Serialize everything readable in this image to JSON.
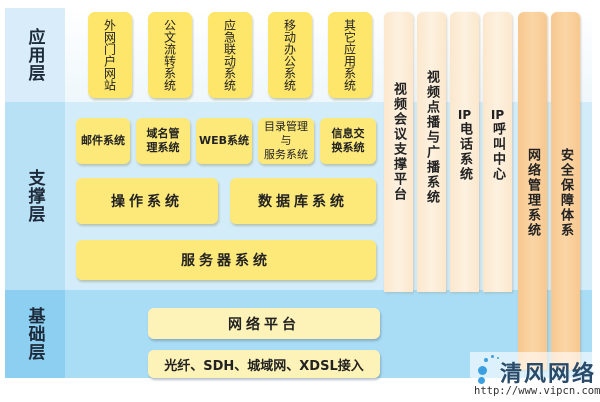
{
  "layers": {
    "application": "应用层",
    "support": "支撑层",
    "foundation": "基础层"
  },
  "application_layer": {
    "items": [
      "外网门户网站",
      "公文流转系统",
      "应急联动系统",
      "移动办公系统",
      "其它应用系统"
    ]
  },
  "support_layer": {
    "row1": [
      "邮件系统",
      "域名管理系统",
      "WEB系统",
      "目录管理与服务系统",
      "信息交换系统"
    ],
    "row1_display": [
      "邮件系统",
      "域名管\n理系统",
      "WEB系统",
      "目录管理\n与\n服务系统",
      "信息交\n换系统"
    ],
    "os": "操作系统",
    "database": "数据库系统",
    "server": "服务器系统"
  },
  "vertical_columns": [
    {
      "label": "视频会议支撑平台",
      "style": "light"
    },
    {
      "label": "视频点播与广播系统",
      "style": "light"
    },
    {
      "label": "IP电话系统",
      "prefix": "IP",
      "rest": "电话系统",
      "style": "light"
    },
    {
      "label": "IP呼叫中心",
      "prefix": "IP",
      "rest": "呼叫中心",
      "style": "light"
    },
    {
      "label": "网络管理系统",
      "style": "orange"
    },
    {
      "label": "安全保障体系",
      "style": "orange"
    }
  ],
  "foundation_layer": {
    "network_platform": "网络平台",
    "access": "光纤、SDH、城域网、XDSL接入"
  },
  "watermark": {
    "title": "清风网络",
    "url": "http://www.vipcn.com"
  },
  "colors": {
    "app_pill": "#fde66a",
    "support_box": "#fde97a",
    "base_box": "#fdf3b8",
    "light_column": "#fbe7cc",
    "orange_column": "#f7c88f",
    "band_app": "#d8edf9",
    "band_support": "#b9e1f6",
    "band_base": "#8ccff0"
  }
}
